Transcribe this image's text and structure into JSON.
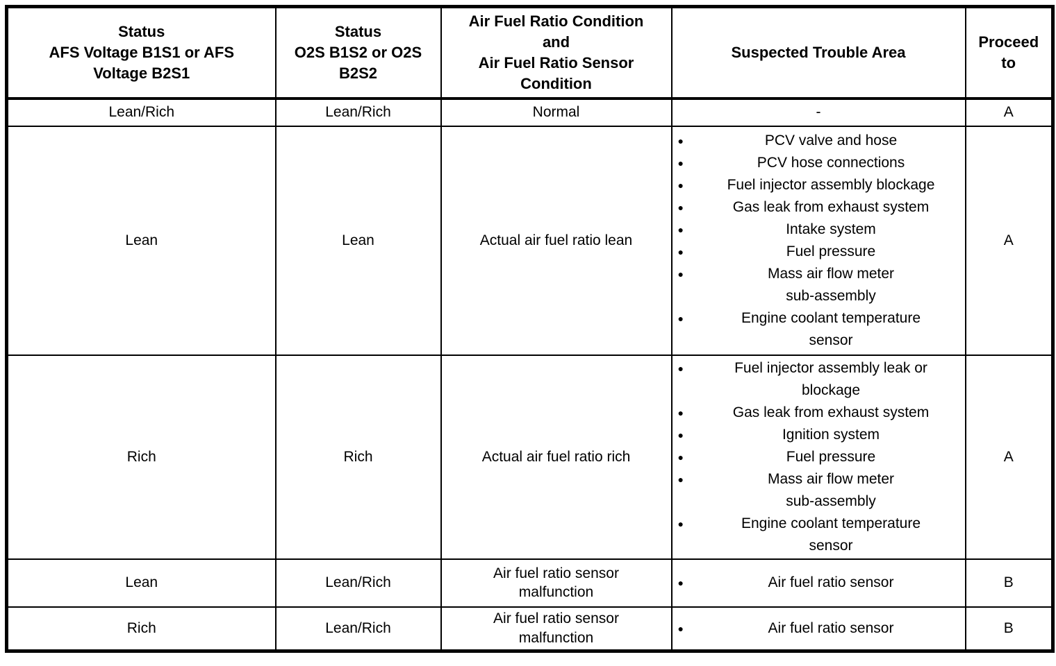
{
  "icons": {
    "bullet": "●"
  },
  "colors": {
    "border": "#000000",
    "text": "#000000",
    "background": "#ffffff"
  },
  "table": {
    "headers": [
      "Status\nAFS Voltage B1S1 or AFS\nVoltage B2S1",
      "Status\nO2S B1S2 or O2S\nB2S2",
      "Air Fuel Ratio Condition\nand\nAir Fuel Ratio Sensor\nCondition",
      "Suspected Trouble Area",
      "Proceed\nto"
    ],
    "rows": [
      {
        "afs_status": "Lean/Rich",
        "o2s_status": "Lean/Rich",
        "condition": "Normal",
        "trouble_text": "-",
        "proceed": "A"
      },
      {
        "afs_status": "Lean",
        "o2s_status": "Lean",
        "condition": "Actual air fuel ratio lean",
        "trouble": [
          "PCV valve and hose",
          "PCV hose connections",
          "Fuel injector assembly blockage",
          "Gas leak from exhaust system",
          "Intake system",
          "Fuel pressure",
          "Mass air flow meter\nsub-assembly",
          "Engine coolant temperature\nsensor"
        ],
        "proceed": "A"
      },
      {
        "afs_status": "Rich",
        "o2s_status": "Rich",
        "condition": "Actual air fuel ratio rich",
        "trouble": [
          "Fuel injector assembly leak or\nblockage",
          "Gas leak from exhaust system",
          "Ignition system",
          "Fuel pressure",
          "Mass air flow meter\nsub-assembly",
          "Engine coolant temperature\nsensor"
        ],
        "proceed": "A"
      },
      {
        "afs_status": "Lean",
        "o2s_status": "Lean/Rich",
        "condition": "Air fuel ratio sensor\nmalfunction",
        "trouble": [
          "Air fuel ratio sensor"
        ],
        "proceed": "B"
      },
      {
        "afs_status": "Rich",
        "o2s_status": "Lean/Rich",
        "condition": "Air fuel ratio sensor\nmalfunction",
        "trouble": [
          "Air fuel ratio sensor"
        ],
        "proceed": "B"
      }
    ]
  }
}
